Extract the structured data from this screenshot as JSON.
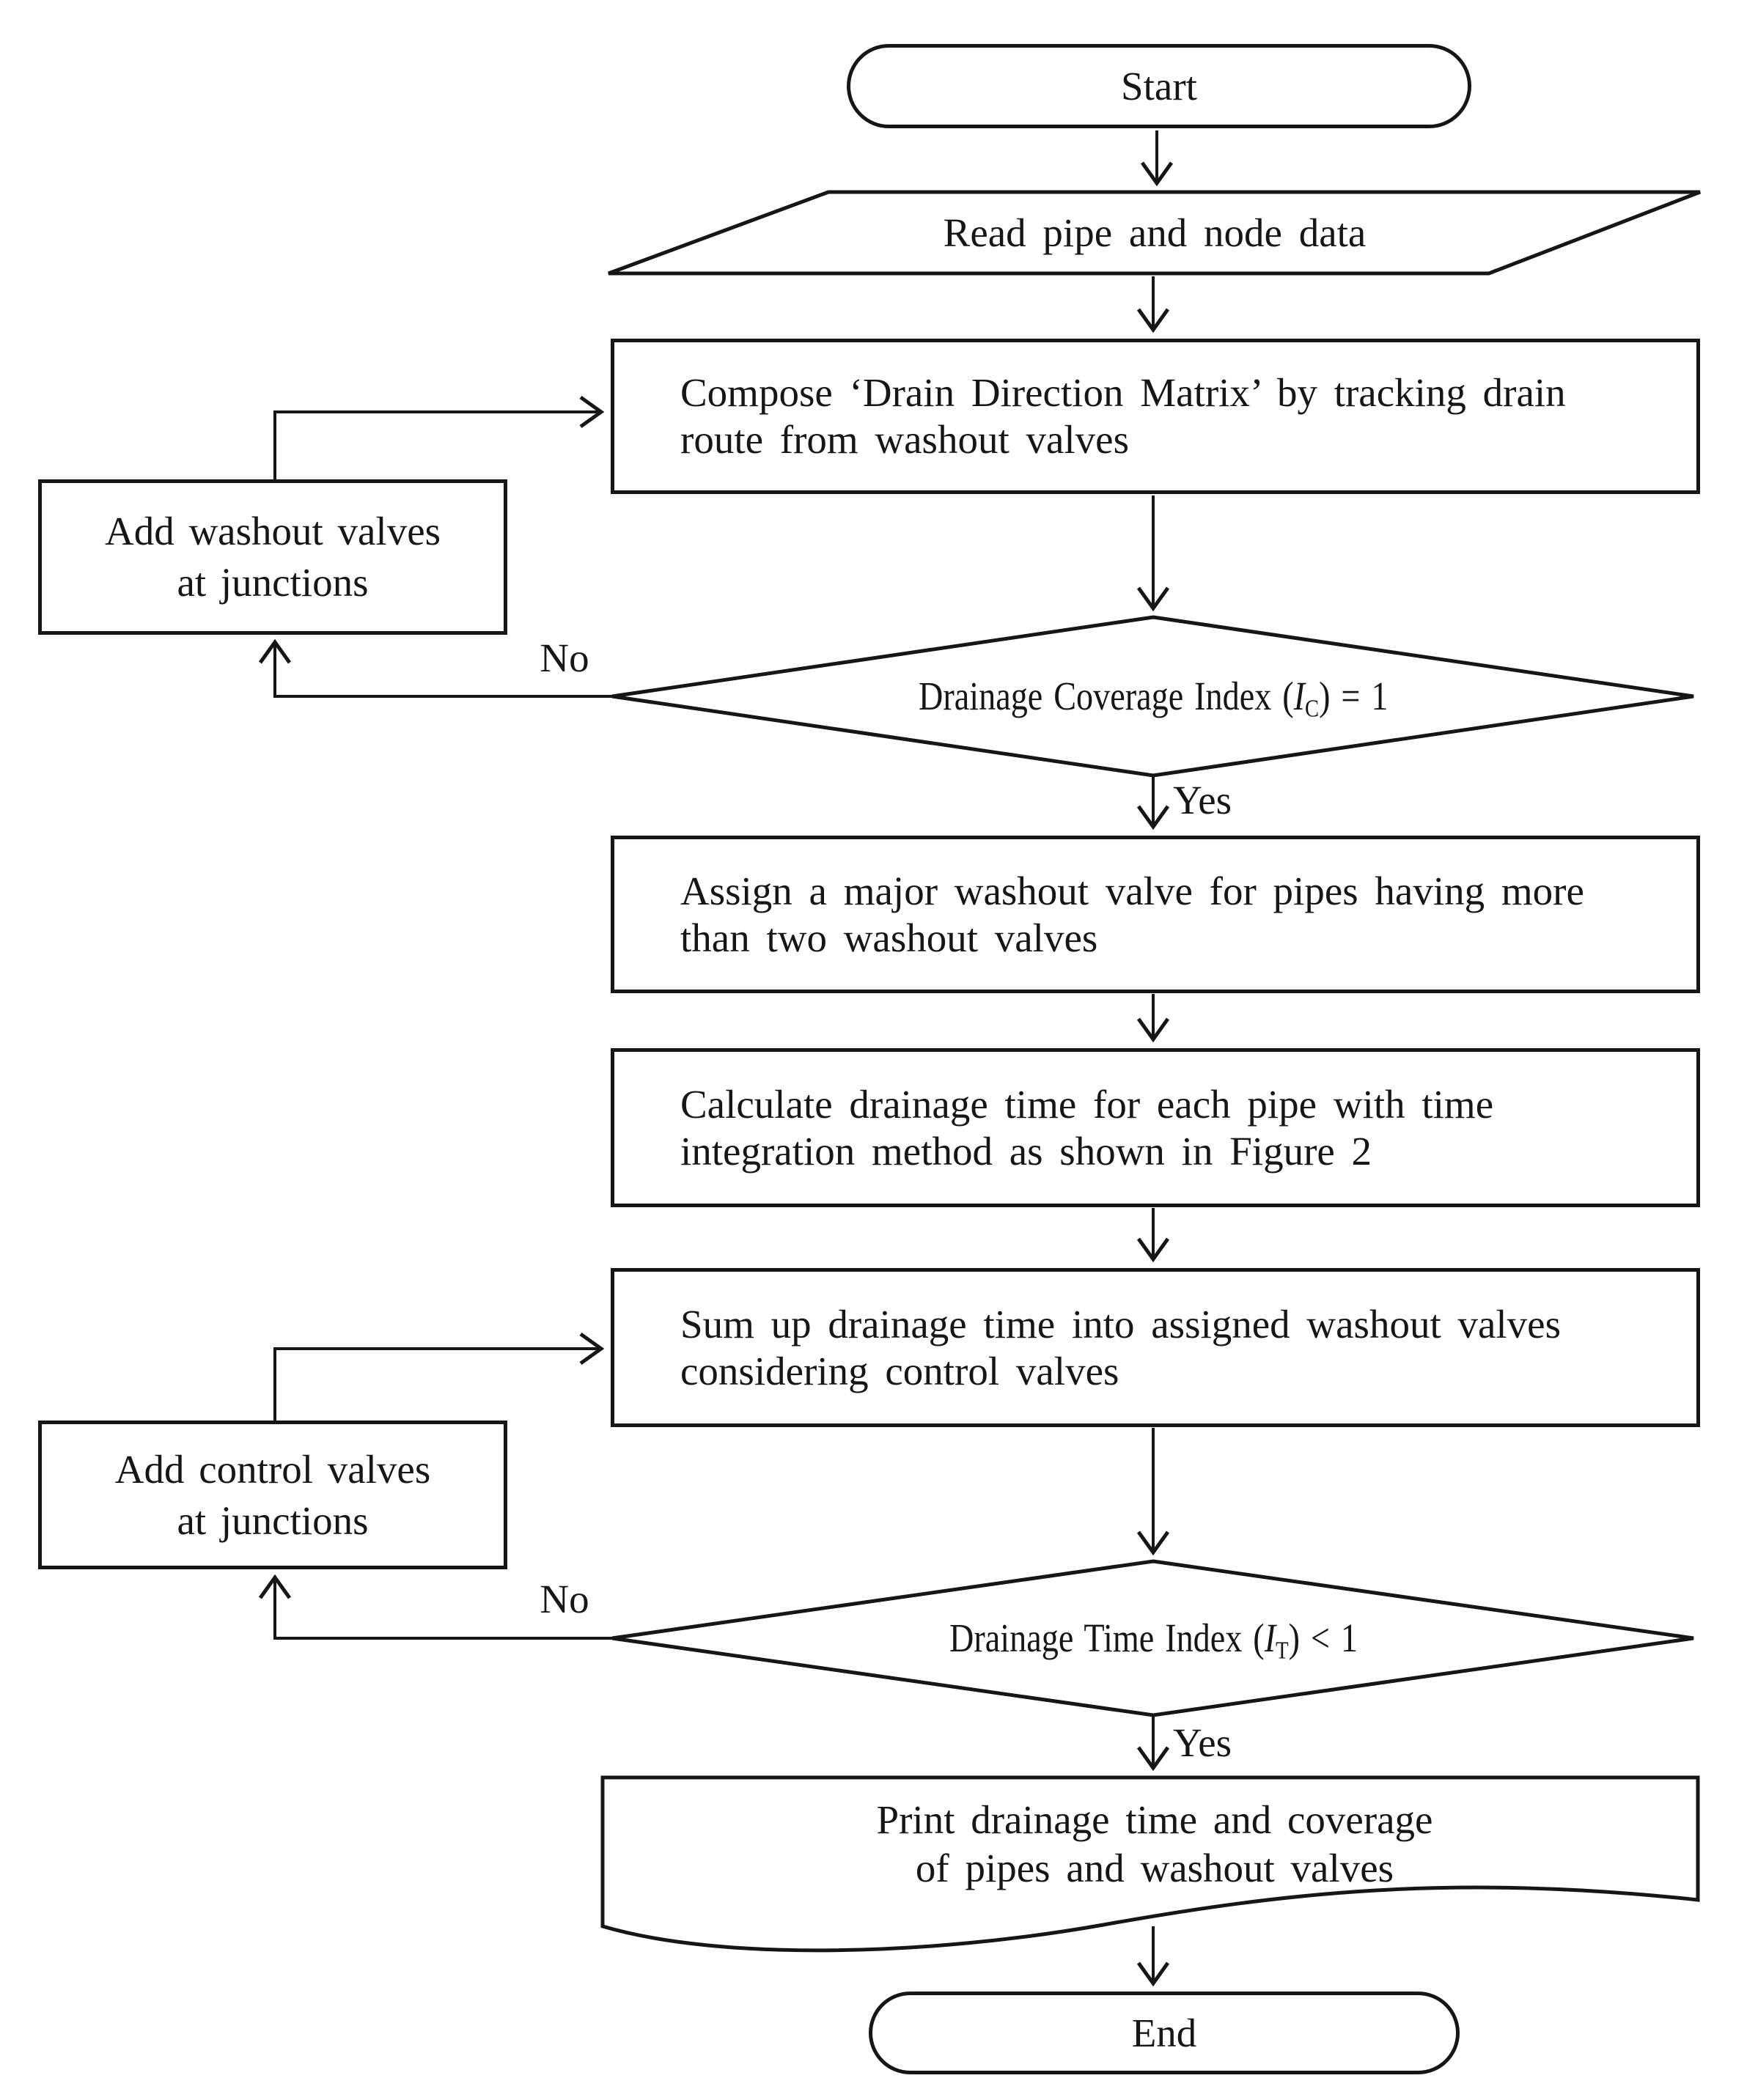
{
  "colors": {
    "line": "#161616",
    "text": "#161616",
    "background": "#ffffff"
  },
  "nodes": {
    "start": {
      "label": "Start",
      "shape": "terminator"
    },
    "read_data": {
      "label": "Read pipe and node data",
      "shape": "input-parallelogram"
    },
    "compose_matrix": {
      "shape": "process",
      "lines": [
        "Compose ‘Drain Direction Matrix’ by tracking drain",
        "route from washout valves"
      ]
    },
    "add_washout_valves": {
      "shape": "process",
      "lines": [
        "Add washout valves",
        "at junctions"
      ]
    },
    "decision_coverage": {
      "shape": "decision",
      "pre": "Drainage Coverage Index (",
      "variable": "I",
      "subscript": "C",
      "post": ") = 1"
    },
    "assign_major_valve": {
      "shape": "process",
      "lines": [
        "Assign a major washout valve for pipes having more",
        "than two washout valves"
      ]
    },
    "calculate_drainage_time": {
      "shape": "process",
      "lines": [
        "Calculate drainage time for each pipe with time",
        "integration method as shown in Figure 2"
      ]
    },
    "sum_drainage_time": {
      "shape": "process",
      "lines": [
        "Sum up drainage time into assigned washout valves",
        "considering control valves"
      ]
    },
    "add_control_valves": {
      "shape": "process",
      "lines": [
        "Add control valves",
        "at junctions"
      ]
    },
    "decision_time": {
      "shape": "decision",
      "pre": "Drainage Time Index (",
      "variable": "I",
      "subscript": "T",
      "post": ") < 1"
    },
    "print_results": {
      "shape": "document",
      "lines": [
        "Print drainage time and coverage",
        "of pipes and washout valves"
      ]
    },
    "end": {
      "label": "End",
      "shape": "terminator"
    }
  },
  "edge_labels": {
    "coverage_no": "No",
    "coverage_yes": "Yes",
    "time_no": "No",
    "time_yes": "Yes"
  }
}
